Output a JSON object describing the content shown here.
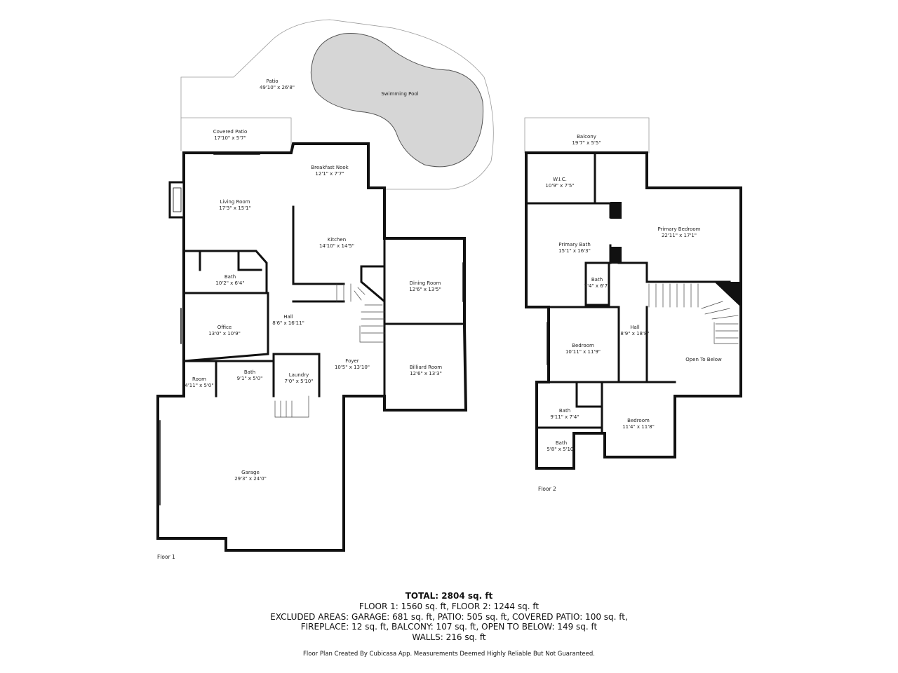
{
  "floors": [
    {
      "label": "Floor 1",
      "rooms": [
        {
          "key": "patio",
          "name": "Patio",
          "dims": "49'10\" x 26'8\""
        },
        {
          "key": "pool",
          "name": "Swimming Pool",
          "dims": ""
        },
        {
          "key": "covered-patio",
          "name": "Covered Patio",
          "dims": "17'10\" x 5'7\""
        },
        {
          "key": "breakfast-nook",
          "name": "Breakfast Nook",
          "dims": "12'1\" x 7'7\""
        },
        {
          "key": "living-room",
          "name": "Living Room",
          "dims": "17'3\" x 15'1\""
        },
        {
          "key": "kitchen",
          "name": "Kitchen",
          "dims": "14'10\" x 14'5\""
        },
        {
          "key": "bath-1",
          "name": "Bath",
          "dims": "10'2\" x 6'4\""
        },
        {
          "key": "dining-room",
          "name": "Dining Room",
          "dims": "12'6\" x 13'5\""
        },
        {
          "key": "hall-1",
          "name": "Hall",
          "dims": "8'6\" x 16'11\""
        },
        {
          "key": "office",
          "name": "Office",
          "dims": "13'0\" x 10'9\""
        },
        {
          "key": "foyer",
          "name": "Foyer",
          "dims": "10'5\" x 13'10\""
        },
        {
          "key": "billiard-room",
          "name": "Billiard Room",
          "dims": "12'6\" x 13'3\""
        },
        {
          "key": "bath-2",
          "name": "Bath",
          "dims": "9'1\" x 5'0\""
        },
        {
          "key": "laundry",
          "name": "Laundry",
          "dims": "7'0\" x 5'10\""
        },
        {
          "key": "room",
          "name": "Room",
          "dims": "4'11\" x 5'0\""
        },
        {
          "key": "garage",
          "name": "Garage",
          "dims": "29'3\" x 24'0\""
        }
      ]
    },
    {
      "label": "Floor 2",
      "rooms": [
        {
          "key": "balcony",
          "name": "Balcony",
          "dims": "19'7\" x 5'5\""
        },
        {
          "key": "wic",
          "name": "W.I.C.",
          "dims": "10'9\" x 7'5\""
        },
        {
          "key": "primary-bedroom",
          "name": "Primary Bedroom",
          "dims": "22'11\" x 17'1\""
        },
        {
          "key": "primary-bath",
          "name": "Primary Bath",
          "dims": "15'1\" x 16'3\""
        },
        {
          "key": "bath-small",
          "name": "Bath",
          "dims": "7'4\" x 6'7\""
        },
        {
          "key": "hall-2",
          "name": "Hall",
          "dims": "8'9\" x 18'8\""
        },
        {
          "key": "bedroom-1",
          "name": "Bedroom",
          "dims": "10'11\" x 11'9\""
        },
        {
          "key": "open-to-below",
          "name": "Open To Below",
          "dims": ""
        },
        {
          "key": "bath-3",
          "name": "Bath",
          "dims": "9'11\" x 7'4\""
        },
        {
          "key": "bedroom-2",
          "name": "Bedroom",
          "dims": "11'4\" x 11'8\""
        },
        {
          "key": "bath-4",
          "name": "Bath",
          "dims": "5'8\" x 5'10\""
        }
      ]
    }
  ],
  "summary": {
    "total": "TOTAL: 2804 sq. ft",
    "lines": [
      "FLOOR 1: 1560 sq. ft, FLOOR 2: 1244 sq. ft",
      "EXCLUDED AREAS: GARAGE: 681 sq. ft, PATIO: 505 sq. ft, COVERED PATIO: 100 sq. ft,",
      "FIREPLACE: 12 sq. ft, BALCONY: 107 sq. ft, OPEN TO BELOW: 149 sq. ft",
      "WALLS: 216 sq. ft"
    ],
    "credit": "Floor Plan Created By Cubicasa App. Measurements Deemed Highly Reliable But Not Guaranteed."
  },
  "colors": {
    "wall": "#111111",
    "pool": "#d6d6d6",
    "thin": "#9a9a9a"
  }
}
